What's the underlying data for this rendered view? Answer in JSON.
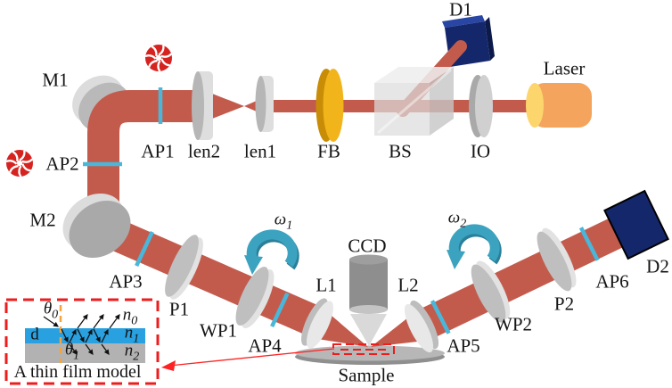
{
  "title": "Optical experimental setup diagram",
  "labels": {
    "m1": "M1",
    "m2": "M2",
    "ap1": "AP1",
    "ap2": "AP2",
    "ap3": "AP3",
    "ap4": "AP4",
    "ap5": "AP5",
    "ap6": "AP6",
    "len1": "len1",
    "len2": "len2",
    "fb": "FB",
    "bs": "BS",
    "io": "IO",
    "d1": "D1",
    "d2": "D2",
    "laser": "Laser",
    "p1": "P1",
    "p2": "P2",
    "wp1": "WP1",
    "wp2": "WP2",
    "l1": "L1",
    "l2": "L2",
    "ccd": "CCD",
    "sample": "Sample",
    "omega1": {
      "base": "ω",
      "sub": "1"
    },
    "omega2": {
      "base": "ω",
      "sub": "2"
    }
  },
  "inset": {
    "caption": "A thin film model",
    "theta0": {
      "base": "θ",
      "sub": "0"
    },
    "theta1": {
      "base": "θ",
      "sub": "1"
    },
    "n0": {
      "base": "n",
      "sub": "0"
    },
    "n1": {
      "base": "n",
      "sub": "1"
    },
    "n2": {
      "base": "n",
      "sub": "2"
    },
    "d": "d"
  },
  "colors": {
    "beam": "#c35b4d",
    "aperture_blue": "#49b7da",
    "iris_red": "#d6231f",
    "ribbon_teal": "#3ba3bf",
    "ribbon_teal_dark": "#2b7f99",
    "navy": "#15276b",
    "navy_light": "#2946a5",
    "navy_dark": "#0c1a4a",
    "laser_body": "#f4a45c",
    "laser_face": "#fcd56d",
    "gold": "#f2b41b",
    "gold_dark": "#c88c07",
    "gray_face": "#bfbfbf",
    "gray_back": "#e2e2e2",
    "film_blue": "#29a0e0",
    "film_gray": "#b2b2b2",
    "accent_red": "#ee1c1c",
    "normal_orange": "#f5a33c"
  }
}
